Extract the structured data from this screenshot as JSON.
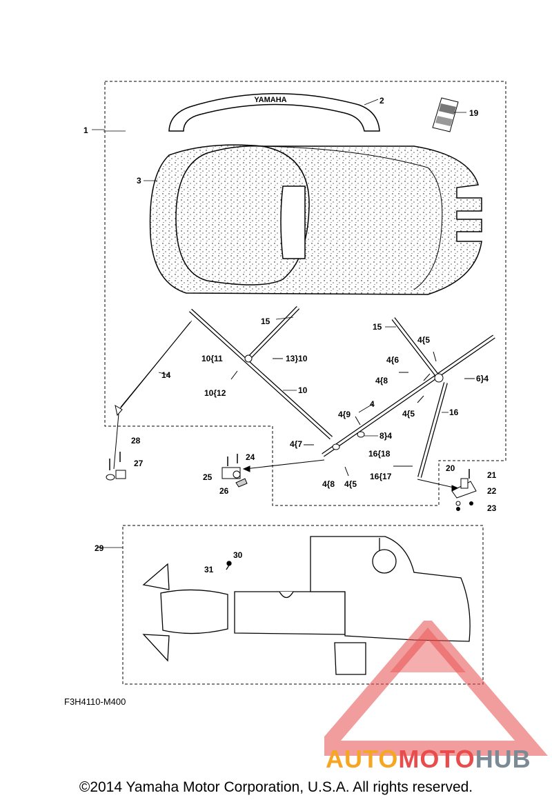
{
  "diagram": {
    "callouts": [
      "1",
      "2",
      "3",
      "4",
      "4{5",
      "4{5",
      "4{5",
      "4{6",
      "4{7",
      "4{8",
      "4{8",
      "4{9",
      "6}4",
      "8}4",
      "10",
      "10{11",
      "10{12",
      "13}10",
      "14",
      "15",
      "15",
      "16",
      "16{17",
      "16{18",
      "19",
      "20",
      "21",
      "22",
      "23",
      "24",
      "25",
      "26",
      "27",
      "28",
      "29",
      "30",
      "31"
    ],
    "brand_on_cushion": "YAMAHA"
  },
  "diagram_code": "F3H4110-M400",
  "copyright": "©2014 Yamaha Motor Corporation, U.S.A. All rights reserved.",
  "watermark": {
    "part1": "AUTO",
    "part2": "MOTO",
    "part3": "HUB",
    "colors": {
      "auto": "#f5a623",
      "moto": "#e84c4c",
      "hub": "#7b8a94"
    }
  }
}
